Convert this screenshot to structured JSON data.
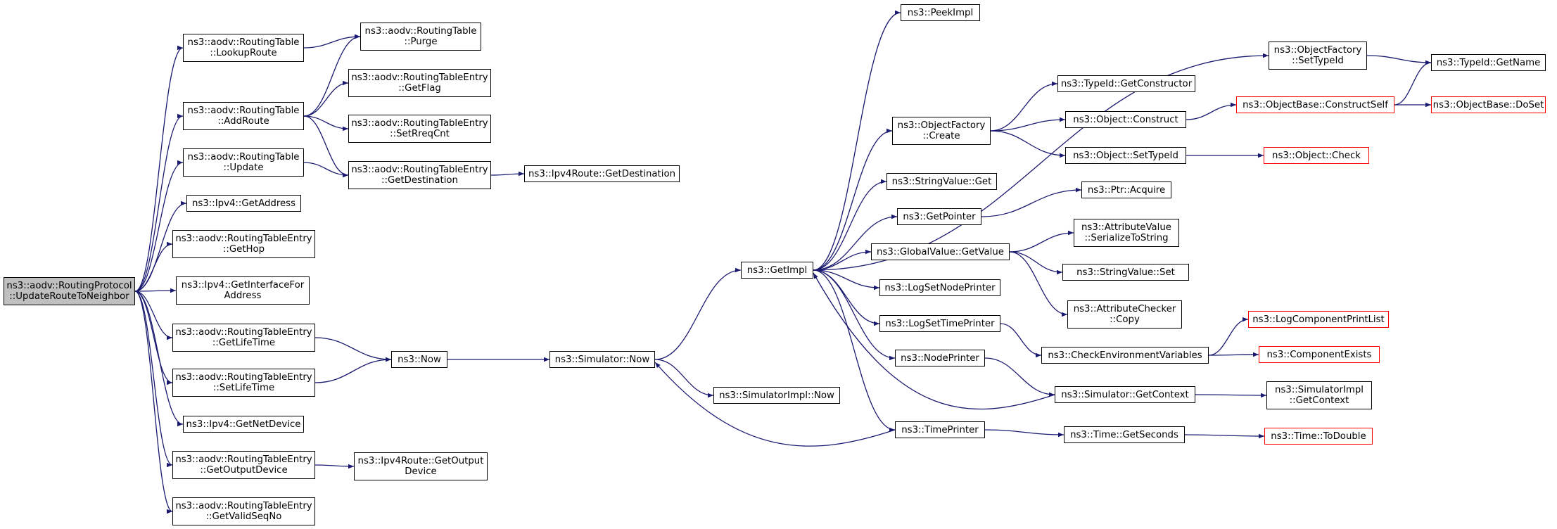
{
  "diagram": {
    "nodes": [
      {
        "id": "root",
        "lines": [
          "ns3::aodv::RoutingProtocol",
          "::UpdateRouteToNeighbor"
        ],
        "root": true
      },
      {
        "id": "rt_lookup",
        "lines": [
          "ns3::aodv::RoutingTable",
          "::LookupRoute"
        ]
      },
      {
        "id": "rt_addroute",
        "lines": [
          "ns3::aodv::RoutingTable",
          "::AddRoute"
        ]
      },
      {
        "id": "rt_update",
        "lines": [
          "ns3::aodv::RoutingTable",
          "::Update"
        ]
      },
      {
        "id": "ipv4_getaddress",
        "lines": [
          "ns3::Ipv4::GetAddress"
        ]
      },
      {
        "id": "rte_gethop",
        "lines": [
          "ns3::aodv::RoutingTableEntry",
          "::GetHop"
        ]
      },
      {
        "id": "ipv4_getinterface",
        "lines": [
          "ns3::Ipv4::GetInterfaceFor",
          "Address"
        ]
      },
      {
        "id": "rte_getlifetime",
        "lines": [
          "ns3::aodv::RoutingTableEntry",
          "::GetLifeTime"
        ]
      },
      {
        "id": "rte_setlifetime",
        "lines": [
          "ns3::aodv::RoutingTableEntry",
          "::SetLifeTime"
        ]
      },
      {
        "id": "ipv4_getnetdevice",
        "lines": [
          "ns3::Ipv4::GetNetDevice"
        ]
      },
      {
        "id": "rte_getoutputdevice",
        "lines": [
          "ns3::aodv::RoutingTableEntry",
          "::GetOutputDevice"
        ]
      },
      {
        "id": "rte_getvalidseqno",
        "lines": [
          "ns3::aodv::RoutingTableEntry",
          "::GetValidSeqNo"
        ]
      },
      {
        "id": "rt_purge",
        "lines": [
          "ns3::aodv::RoutingTable",
          "::Purge"
        ]
      },
      {
        "id": "rte_getflag",
        "lines": [
          "ns3::aodv::RoutingTableEntry",
          "::GetFlag"
        ]
      },
      {
        "id": "rte_setrreqcnt",
        "lines": [
          "ns3::aodv::RoutingTableEntry",
          "::SetRreqCnt"
        ]
      },
      {
        "id": "rte_getdestination",
        "lines": [
          "ns3::aodv::RoutingTableEntry",
          "::GetDestination"
        ]
      },
      {
        "id": "ipv4route_getdestination",
        "lines": [
          "ns3::Ipv4Route::GetDestination"
        ]
      },
      {
        "id": "now",
        "lines": [
          "ns3::Now"
        ]
      },
      {
        "id": "ipv4route_getoutputdevice",
        "lines": [
          "ns3::Ipv4Route::GetOutput",
          "Device"
        ]
      },
      {
        "id": "simulator_now",
        "lines": [
          "ns3::Simulator::Now"
        ]
      },
      {
        "id": "simulatorimpl_now",
        "lines": [
          "ns3::SimulatorImpl::Now"
        ]
      },
      {
        "id": "getimpl",
        "lines": [
          "ns3::GetImpl"
        ]
      },
      {
        "id": "peekimpl",
        "lines": [
          "ns3::PeekImpl"
        ]
      },
      {
        "id": "objectfactory_create",
        "lines": [
          "ns3::ObjectFactory",
          "::Create"
        ]
      },
      {
        "id": "stringvalue_get",
        "lines": [
          "ns3::StringValue::Get"
        ]
      },
      {
        "id": "getpointer",
        "lines": [
          "ns3::GetPointer"
        ]
      },
      {
        "id": "globalvalue_getvalue",
        "lines": [
          "ns3::GlobalValue::GetValue"
        ]
      },
      {
        "id": "logsetnodeprinter",
        "lines": [
          "ns3::LogSetNodePrinter"
        ]
      },
      {
        "id": "logsettimeprinter",
        "lines": [
          "ns3::LogSetTimePrinter"
        ]
      },
      {
        "id": "nodeprinter",
        "lines": [
          "ns3::NodePrinter"
        ]
      },
      {
        "id": "timeprinter",
        "lines": [
          "ns3::TimePrinter"
        ]
      },
      {
        "id": "objectfactory_settypeid",
        "lines": [
          "ns3::ObjectFactory",
          "::SetTypeId"
        ]
      },
      {
        "id": "typeid_getconstructor",
        "lines": [
          "ns3::TypeId::GetConstructor"
        ]
      },
      {
        "id": "object_construct",
        "lines": [
          "ns3::Object::Construct"
        ]
      },
      {
        "id": "object_settypeid",
        "lines": [
          "ns3::Object::SetTypeId"
        ]
      },
      {
        "id": "ptr_acquire",
        "lines": [
          "ns3::Ptr::Acquire"
        ]
      },
      {
        "id": "attributevalue_serialize",
        "lines": [
          "ns3::AttributeValue",
          "::SerializeToString"
        ]
      },
      {
        "id": "stringvalue_set",
        "lines": [
          "ns3::StringValue::Set"
        ]
      },
      {
        "id": "attributechecker_copy",
        "lines": [
          "ns3::AttributeChecker",
          "::Copy"
        ]
      },
      {
        "id": "checkenvvars",
        "lines": [
          "ns3::CheckEnvironmentVariables"
        ]
      },
      {
        "id": "simulator_getcontext",
        "lines": [
          "ns3::Simulator::GetContext"
        ]
      },
      {
        "id": "time_getseconds",
        "lines": [
          "ns3::Time::GetSeconds"
        ]
      },
      {
        "id": "typeid_getname",
        "lines": [
          "ns3::TypeId::GetName"
        ]
      },
      {
        "id": "objectbase_constructself",
        "lines": [
          "ns3::ObjectBase::ConstructSelf"
        ],
        "truncated": true
      },
      {
        "id": "objectbase_doset",
        "lines": [
          "ns3::ObjectBase::DoSet"
        ],
        "truncated": true
      },
      {
        "id": "object_check",
        "lines": [
          "ns3::Object::Check"
        ],
        "truncated": true
      },
      {
        "id": "logcomponentprintlist",
        "lines": [
          "ns3::LogComponentPrintList"
        ],
        "truncated": true
      },
      {
        "id": "componentexists",
        "lines": [
          "ns3::ComponentExists"
        ],
        "truncated": true
      },
      {
        "id": "simulatorimpl_getcontext",
        "lines": [
          "ns3::SimulatorImpl",
          "::GetContext"
        ]
      },
      {
        "id": "time_todouble",
        "lines": [
          "ns3::Time::ToDouble"
        ],
        "truncated": true
      }
    ],
    "edges": [
      [
        "root",
        "rt_lookup"
      ],
      [
        "root",
        "rt_addroute"
      ],
      [
        "root",
        "rt_update"
      ],
      [
        "root",
        "ipv4_getaddress"
      ],
      [
        "root",
        "rte_gethop"
      ],
      [
        "root",
        "ipv4_getinterface"
      ],
      [
        "root",
        "rte_getlifetime"
      ],
      [
        "root",
        "rte_setlifetime"
      ],
      [
        "root",
        "ipv4_getnetdevice"
      ],
      [
        "root",
        "rte_getoutputdevice"
      ],
      [
        "root",
        "rte_getvalidseqno"
      ],
      [
        "rt_lookup",
        "rt_purge"
      ],
      [
        "rt_addroute",
        "rt_purge"
      ],
      [
        "rt_addroute",
        "rte_getflag"
      ],
      [
        "rt_addroute",
        "rte_setrreqcnt"
      ],
      [
        "rt_addroute",
        "rte_getdestination"
      ],
      [
        "rt_update",
        "rte_getdestination"
      ],
      [
        "rte_getdestination",
        "ipv4route_getdestination"
      ],
      [
        "rte_getlifetime",
        "now"
      ],
      [
        "rte_setlifetime",
        "now"
      ],
      [
        "rte_getoutputdevice",
        "ipv4route_getoutputdevice"
      ],
      [
        "now",
        "simulator_now"
      ],
      [
        "simulator_now",
        "getimpl"
      ],
      [
        "simulator_now",
        "simulatorimpl_now"
      ],
      [
        "getimpl",
        "peekimpl"
      ],
      [
        "getimpl",
        "objectfactory_settypeid"
      ],
      [
        "getimpl",
        "objectfactory_create"
      ],
      [
        "getimpl",
        "stringvalue_get"
      ],
      [
        "getimpl",
        "getpointer"
      ],
      [
        "getimpl",
        "globalvalue_getvalue"
      ],
      [
        "getimpl",
        "logsetnodeprinter"
      ],
      [
        "getimpl",
        "logsettimeprinter"
      ],
      [
        "getimpl",
        "nodeprinter"
      ],
      [
        "getimpl",
        "timeprinter"
      ],
      [
        "objectfactory_settypeid",
        "typeid_getname"
      ],
      [
        "objectfactory_create",
        "typeid_getconstructor"
      ],
      [
        "objectfactory_create",
        "object_construct"
      ],
      [
        "objectfactory_create",
        "object_settypeid"
      ],
      [
        "object_construct",
        "objectbase_constructself"
      ],
      [
        "objectbase_constructself",
        "typeid_getname"
      ],
      [
        "objectbase_constructself",
        "objectbase_doset"
      ],
      [
        "object_settypeid",
        "object_check"
      ],
      [
        "getpointer",
        "ptr_acquire"
      ],
      [
        "globalvalue_getvalue",
        "attributevalue_serialize"
      ],
      [
        "globalvalue_getvalue",
        "stringvalue_set"
      ],
      [
        "globalvalue_getvalue",
        "attributechecker_copy"
      ],
      [
        "logsettimeprinter",
        "checkenvvars"
      ],
      [
        "checkenvvars",
        "logcomponentprintlist"
      ],
      [
        "checkenvvars",
        "componentexists"
      ],
      [
        "nodeprinter",
        "simulator_getcontext"
      ],
      [
        "simulator_getcontext",
        "getimpl"
      ],
      [
        "simulator_getcontext",
        "simulatorimpl_getcontext"
      ],
      [
        "timeprinter",
        "simulator_now"
      ],
      [
        "timeprinter",
        "time_getseconds"
      ],
      [
        "time_getseconds",
        "time_todouble"
      ]
    ],
    "colors": {
      "edge": "#191970",
      "node_border": "#000000",
      "truncated_border": "#ff0000",
      "root_fill": "#bfbfbf"
    }
  }
}
